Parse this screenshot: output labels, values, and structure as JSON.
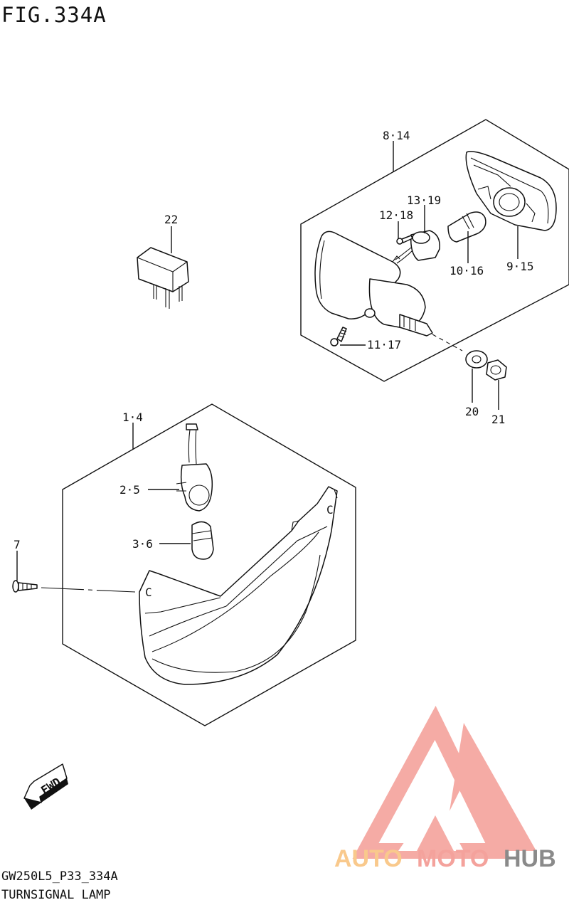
{
  "figure": {
    "title": "FIG.334A"
  },
  "footer": {
    "code": "GW250L5_P33_334A",
    "name": "TURNSIGNAL LAMP"
  },
  "callouts": {
    "c_8_14": "8·14",
    "c_22": "22",
    "c_13_19": "13·19",
    "c_12_18": "12·18",
    "c_10_16": "10·16",
    "c_9_15": "9·15",
    "c_11_17": "11·17",
    "c_20": "20",
    "c_21": "21",
    "c_1_4": "1·4",
    "c_2_5": "2·5",
    "c_3_6": "3·6",
    "c_7": "7"
  },
  "fwd_badge": {
    "text": "FWD"
  },
  "watermark": {
    "brand_auto": "AUTO",
    "brand_moto": "MOTO",
    "brand_hub": "HUB",
    "colors": {
      "auto": "#f9c98c",
      "moto": "#f4a29c",
      "hub": "#8a8a8a",
      "logo": "#f4a29c"
    }
  }
}
